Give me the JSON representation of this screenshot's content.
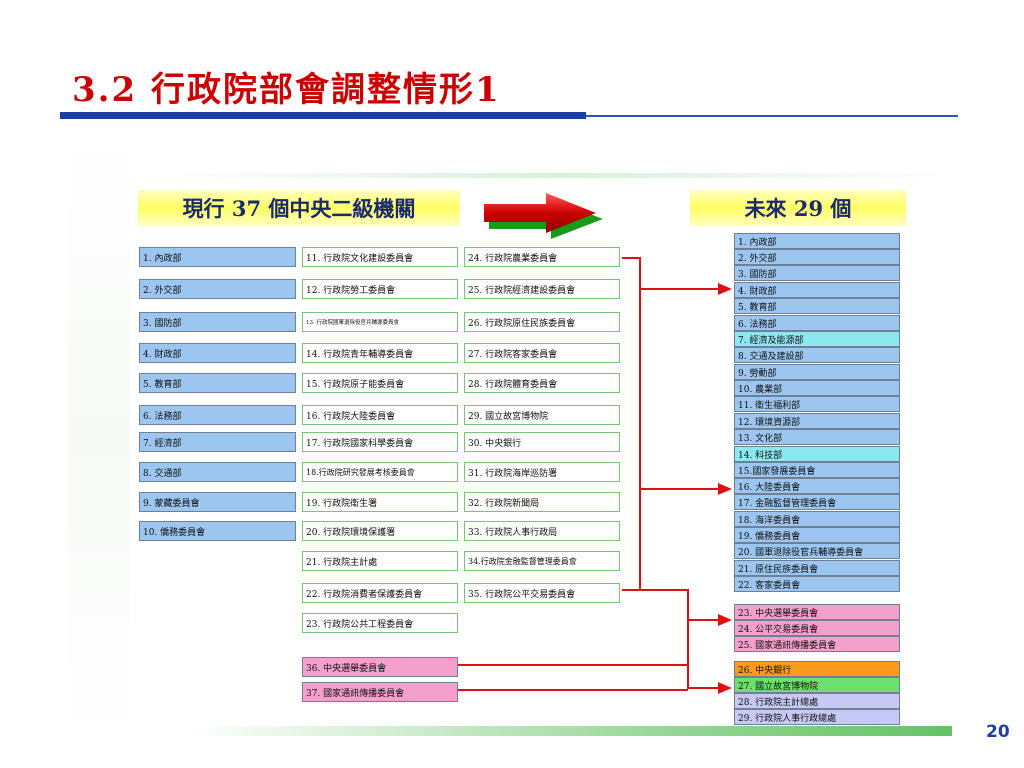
{
  "title": "3.2 行政院部會調整情形1",
  "current_header": "現行 37 個中央二級機關",
  "future_header": "未來 29 個",
  "page_number": "20",
  "colors": {
    "title": "#cc0000",
    "connector": "#dd1111",
    "box_blue": "#9cc6f0",
    "box_pink": "#f4a0cc",
    "box_cyan": "#8be8f0",
    "box_orange": "#ff9a1a",
    "box_lightgreen": "#6ee06e",
    "box_lavender": "#c8c8f4"
  },
  "current_col1": [
    "1. 內政部",
    "2. 外交部",
    "3. 國防部",
    "4. 財政部",
    "5. 教育部",
    "6. 法務部",
    "7. 經濟部",
    "8. 交通部",
    "9. 蒙藏委員會",
    "10. 僑務委員會"
  ],
  "current_col2": [
    "11. 行政院文化建設委員會",
    "12. 行政院勞工委員會",
    "13. 行政院國軍退除役官兵輔導委員會",
    "14. 行政院青年輔導委員會",
    "15. 行政院原子能委員會",
    "16. 行政院大陸委員會",
    "17. 行政院國家科學委員會",
    "18.行政院研究發展考核委員會",
    "19. 行政院衛生署",
    "20. 行政院環境保護署",
    "21. 行政院主計處",
    "22. 行政院消費者保護委員會",
    "23. 行政院公共工程委員會"
  ],
  "current_col3": [
    "24. 行政院農業委員會",
    "25. 行政院經濟建設委員會",
    "26. 行政院原住民族委員會",
    "27. 行政院客家委員會",
    "28. 行政院體育委員會",
    "29. 國立故宮博物院",
    "30. 中央銀行",
    "31. 行政院海岸巡防署",
    "32. 行政院新聞局",
    "33. 行政院人事行政局",
    "34.行政院金融監督管理委員會",
    "35. 行政院公平交易委員會"
  ],
  "current_special": [
    "36. 中央選舉委員會",
    "37. 國家通訊傳播委員會"
  ],
  "future": [
    "1. 內政部",
    "2. 外交部",
    "3. 國防部",
    "4. 財政部",
    "5. 教育部",
    "6. 法務部",
    "7. 經濟及能源部",
    "8. 交通及建設部",
    "9. 勞動部",
    "10. 農業部",
    "11. 衛生福利部",
    "12. 環境資源部",
    "13. 文化部",
    "14. 科技部",
    "15.國家發展委員會",
    "16. 大陸委員會",
    "17. 金融監督管理委員會",
    "18. 海洋委員會",
    "19. 僑務委員會",
    "20. 國軍退除役官兵輔導委員會",
    "21. 原住民族委員會",
    "22. 客家委員會",
    "23. 中央選舉委員會",
    "24. 公平交易委員會",
    "25. 國家通訊傳播委員會",
    "26. 中央銀行",
    "27. 國立故宮博物院",
    "28. 行政院主計總處",
    "29. 行政院人事行政總處"
  ]
}
